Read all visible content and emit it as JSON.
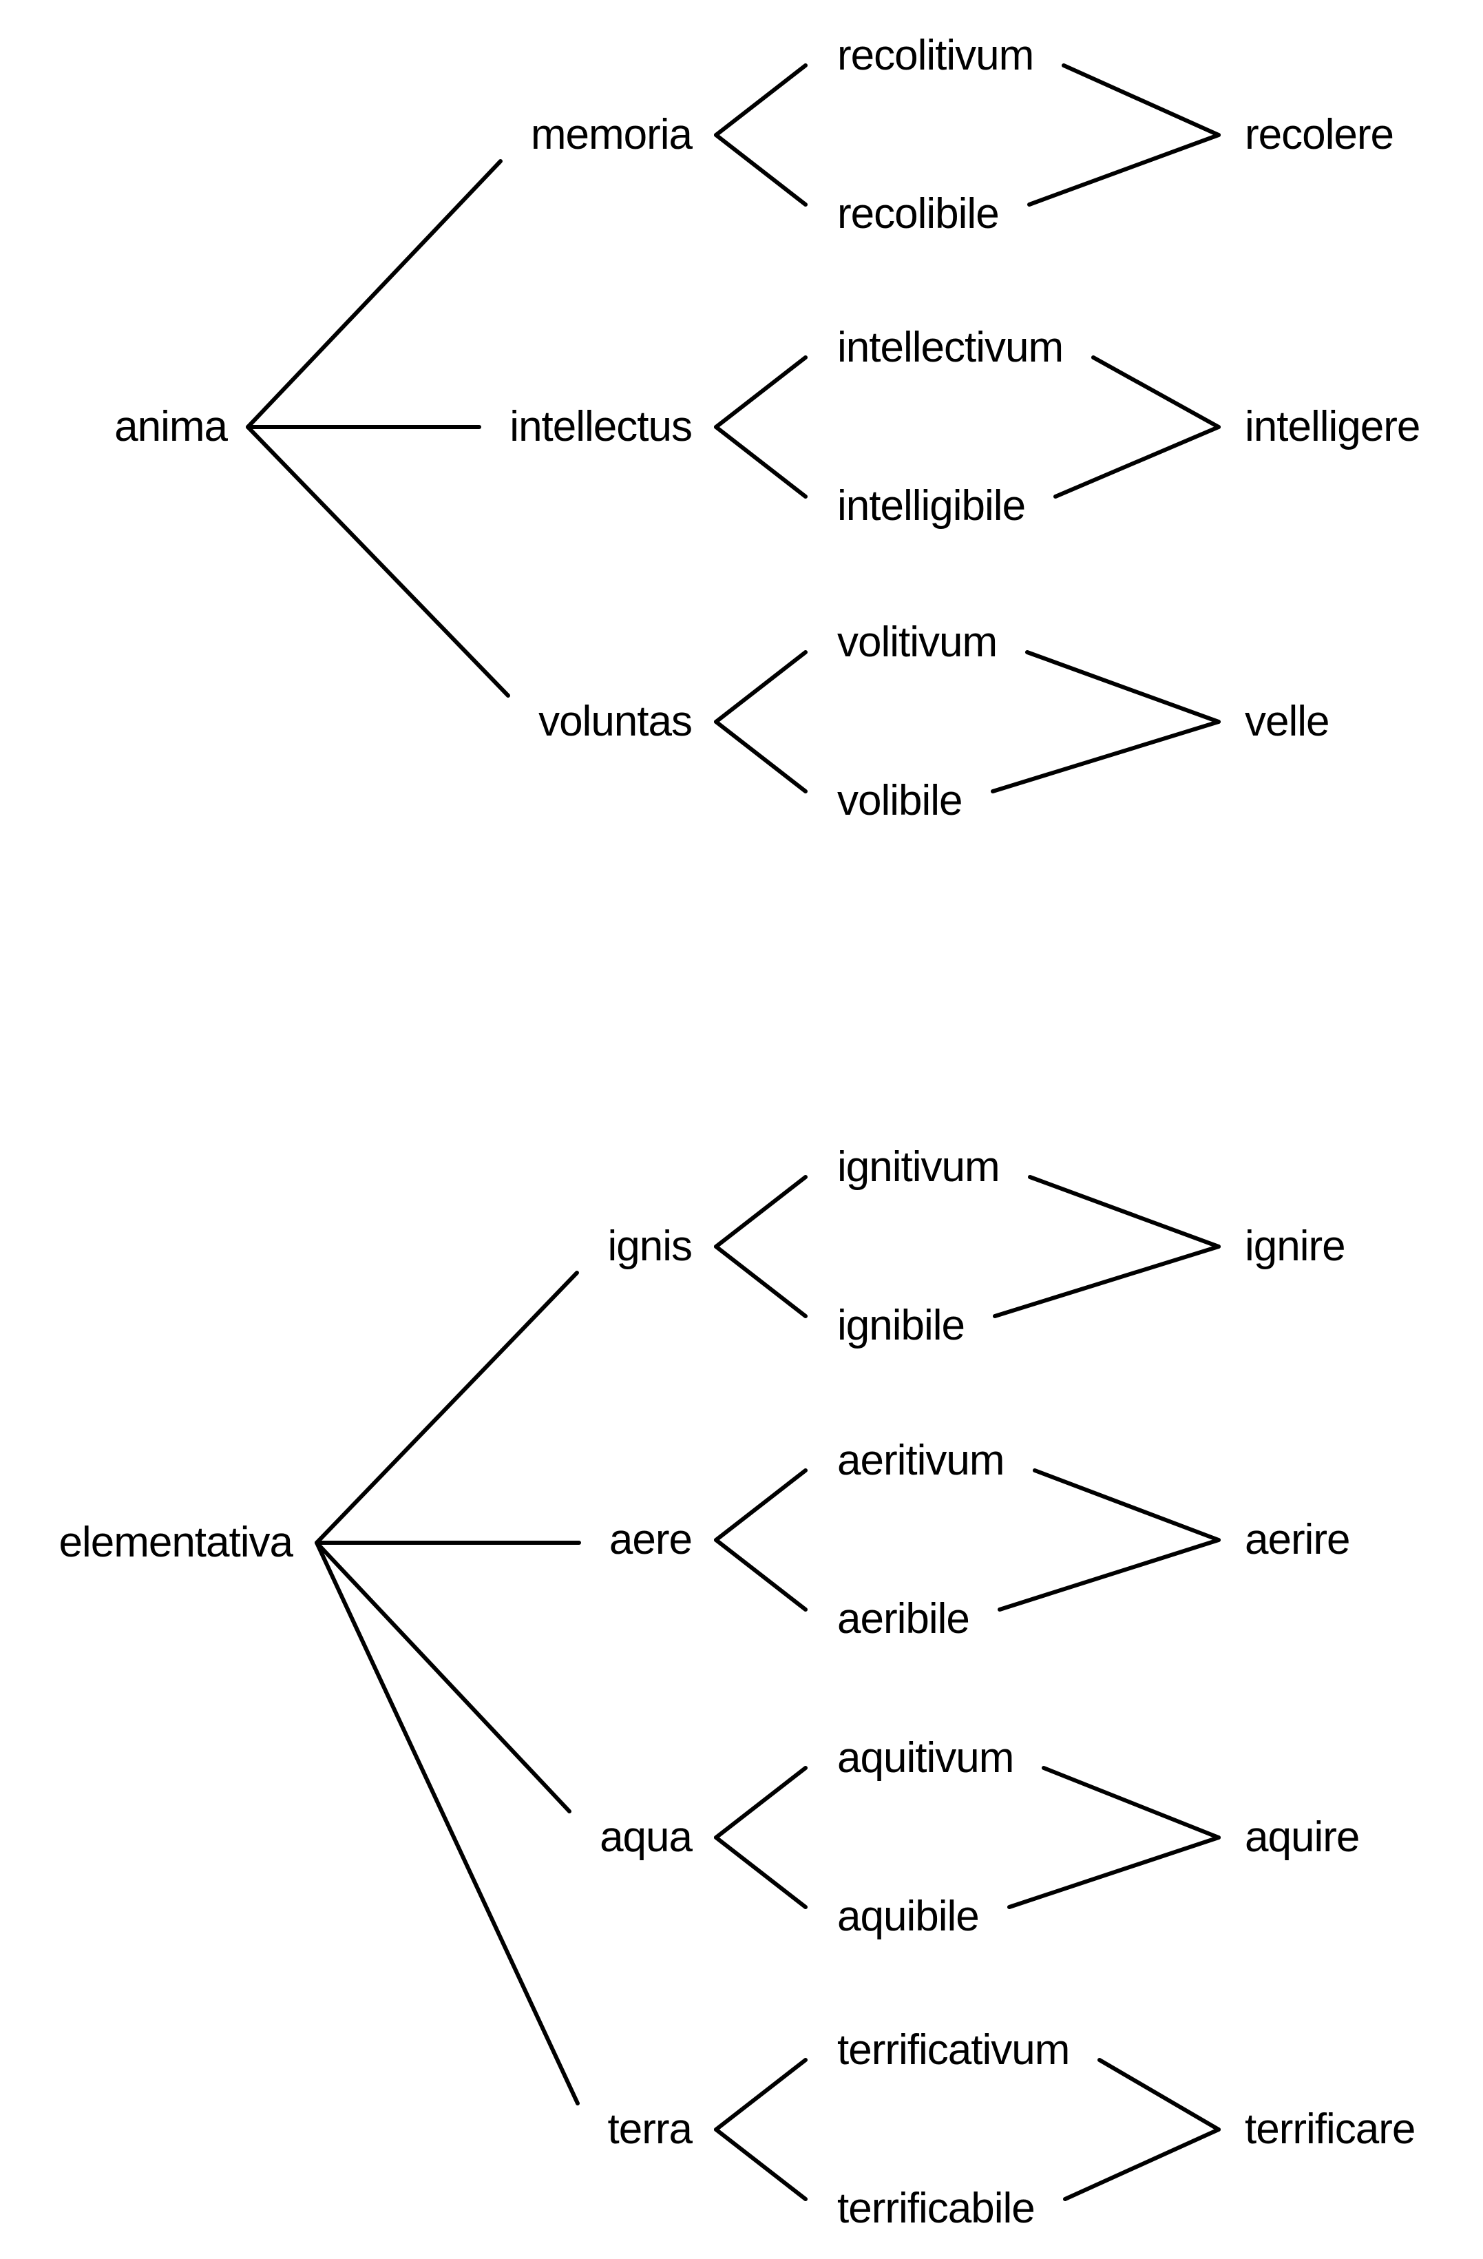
{
  "figure": {
    "colors": {
      "background": "#ffffff",
      "ink": "#000000"
    },
    "trees": [
      {
        "root": "anima",
        "branches": [
          {
            "power": "memoria",
            "active": "recolitivum",
            "passive": "recolibile",
            "act": "recolere"
          },
          {
            "power": "intellectus",
            "active": "intellectivum",
            "passive": "intelligibile",
            "act": "intelligere"
          },
          {
            "power": "voluntas",
            "active": "volitivum",
            "passive": "volibile",
            "act": "velle"
          }
        ]
      },
      {
        "root": "elementativa",
        "branches": [
          {
            "power": "ignis",
            "active": "ignitivum",
            "passive": "ignibile",
            "act": "ignire"
          },
          {
            "power": "aere",
            "active": "aeritivum",
            "passive": "aeribile",
            "act": "aerire"
          },
          {
            "power": "aqua",
            "active": "aquitivum",
            "passive": "aquibile",
            "act": "aquire"
          },
          {
            "power": "terra",
            "active": "terrificativum",
            "passive": "terrificabile",
            "act": "terrificare"
          }
        ]
      }
    ]
  }
}
